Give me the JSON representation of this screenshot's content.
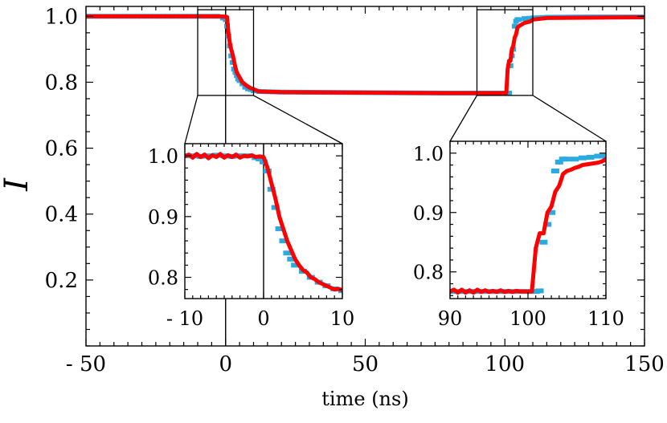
{
  "chart_data": [
    {
      "id": "main",
      "type": "scatter",
      "xlabel": "time (ns)",
      "ylabel": "I",
      "xlim": [
        -50,
        150
      ],
      "ylim": [
        0.0,
        1.03
      ],
      "xticks": [
        -50,
        0,
        50,
        100,
        150
      ],
      "xtick_labels": [
        "- 50",
        "0",
        "50",
        "100",
        "150"
      ],
      "yticks": [
        0.2,
        0.4,
        0.6,
        0.8,
        1.0
      ],
      "ytick_labels": [
        "0.2",
        "0.4",
        "0.6",
        "0.8",
        "1.0"
      ],
      "vline_x": 0,
      "zoom_boxes": [
        {
          "x": [
            -10,
            10
          ],
          "y": [
            0.76,
            1.02
          ]
        },
        {
          "x": [
            90,
            110
          ],
          "y": [
            0.76,
            1.02
          ]
        }
      ],
      "series": [
        {
          "color": "#29abe2",
          "style": "dash",
          "points": [
            [
              -50,
              1.0
            ],
            [
              -30,
              1.0
            ],
            [
              -10,
              1.0
            ],
            [
              -3,
              1.0
            ],
            [
              -1,
              0.995
            ],
            [
              0,
              0.99
            ],
            [
              0.5,
              0.97
            ],
            [
              1,
              0.94
            ],
            [
              1.5,
              0.91
            ],
            [
              2,
              0.88
            ],
            [
              2.5,
              0.86
            ],
            [
              3,
              0.84
            ],
            [
              3.5,
              0.83
            ],
            [
              4,
              0.82
            ],
            [
              4.5,
              0.81
            ],
            [
              5,
              0.805
            ],
            [
              6,
              0.795
            ],
            [
              7,
              0.785
            ],
            [
              8,
              0.78
            ],
            [
              9,
              0.778
            ],
            [
              10,
              0.774
            ],
            [
              12,
              0.772
            ],
            [
              20,
              0.77
            ],
            [
              40,
              0.769
            ],
            [
              60,
              0.768
            ],
            [
              80,
              0.767
            ],
            [
              99,
              0.767
            ],
            [
              100.5,
              0.767
            ],
            [
              101.5,
              0.767
            ],
            [
              102,
              0.85
            ],
            [
              102.5,
              0.88
            ],
            [
              103,
              0.9
            ],
            [
              103.5,
              0.97
            ],
            [
              104,
              0.985
            ],
            [
              104.5,
              0.99
            ],
            [
              105,
              0.99
            ],
            [
              107,
              0.993
            ],
            [
              110,
              0.995
            ],
            [
              115,
              0.997
            ],
            [
              130,
              0.998
            ],
            [
              150,
              0.998
            ]
          ]
        },
        {
          "color": "#ff0000",
          "style": "line",
          "points": [
            [
              -50,
              1.0
            ],
            [
              -30,
              1.0
            ],
            [
              -10,
              1.0
            ],
            [
              -2,
              1.0
            ],
            [
              0,
              0.999
            ],
            [
              0.5,
              0.998
            ],
            [
              1,
              0.95
            ],
            [
              1.5,
              0.92
            ],
            [
              2,
              0.9
            ],
            [
              2.5,
              0.885
            ],
            [
              3,
              0.865
            ],
            [
              3.5,
              0.845
            ],
            [
              4,
              0.83
            ],
            [
              5,
              0.815
            ],
            [
              6,
              0.8
            ],
            [
              7,
              0.793
            ],
            [
              8,
              0.787
            ],
            [
              9,
              0.782
            ],
            [
              10,
              0.779
            ],
            [
              12,
              0.772
            ],
            [
              20,
              0.77
            ],
            [
              40,
              0.769
            ],
            [
              60,
              0.768
            ],
            [
              80,
              0.767
            ],
            [
              98,
              0.767
            ],
            [
              100,
              0.767
            ],
            [
              100.5,
              0.767
            ],
            [
              101,
              0.84
            ],
            [
              101.5,
              0.865
            ],
            [
              102,
              0.865
            ],
            [
              102.5,
              0.9
            ],
            [
              103,
              0.91
            ],
            [
              103.5,
              0.935
            ],
            [
              104,
              0.945
            ],
            [
              104.5,
              0.965
            ],
            [
              105,
              0.97
            ],
            [
              106,
              0.975
            ],
            [
              107,
              0.98
            ],
            [
              108,
              0.982
            ],
            [
              109,
              0.984
            ],
            [
              110,
              0.99
            ],
            [
              115,
              0.995
            ],
            [
              130,
              0.996
            ],
            [
              150,
              0.997
            ]
          ]
        }
      ]
    },
    {
      "id": "inset-left",
      "type": "scatter",
      "xlim": [
        -10,
        10
      ],
      "ylim": [
        0.765,
        1.02
      ],
      "xticks": [
        -10,
        0,
        10
      ],
      "xtick_labels": [
        "- 10",
        "0",
        "10"
      ],
      "yticks": [
        0.8,
        0.9,
        1.0
      ],
      "ytick_labels": [
        "0.8",
        "0.9",
        "1.0"
      ],
      "vline_x": 0,
      "series": [
        {
          "color": "#29abe2",
          "style": "dash",
          "points": [
            [
              -10,
              1.0
            ],
            [
              -9,
              1.0
            ],
            [
              -8,
              0.999
            ],
            [
              -7,
              1.0
            ],
            [
              -6,
              1.001
            ],
            [
              -5,
              1.0
            ],
            [
              -4,
              0.999
            ],
            [
              -3,
              1.0
            ],
            [
              -2,
              1.0
            ],
            [
              -1,
              0.997
            ],
            [
              -0.5,
              0.995
            ],
            [
              0,
              0.99
            ],
            [
              0.5,
              0.975
            ],
            [
              1,
              0.945
            ],
            [
              1.5,
              0.915
            ],
            [
              2,
              0.88
            ],
            [
              2.5,
              0.86
            ],
            [
              3,
              0.84
            ],
            [
              3.5,
              0.83
            ],
            [
              4,
              0.82
            ],
            [
              5,
              0.81
            ],
            [
              6,
              0.8
            ],
            [
              7,
              0.792
            ],
            [
              8,
              0.786
            ],
            [
              9,
              0.781
            ],
            [
              10,
              0.778
            ]
          ]
        },
        {
          "color": "#ff0000",
          "style": "line",
          "points": [
            [
              -10,
              0.999
            ],
            [
              -9.5,
              1.002
            ],
            [
              -9,
              0.997
            ],
            [
              -8.5,
              1.003
            ],
            [
              -8,
              0.998
            ],
            [
              -7.5,
              1.002
            ],
            [
              -7,
              0.996
            ],
            [
              -6.5,
              1.001
            ],
            [
              -6,
              0.998
            ],
            [
              -5.5,
              1.003
            ],
            [
              -5,
              0.997
            ],
            [
              -4.5,
              1.001
            ],
            [
              -4,
              0.998
            ],
            [
              -3.5,
              1.002
            ],
            [
              -3,
              0.997
            ],
            [
              -2.5,
              1.0
            ],
            [
              -2,
              0.999
            ],
            [
              -1.5,
              1.001
            ],
            [
              -1,
              0.998
            ],
            [
              -0.5,
              0.999
            ],
            [
              0,
              0.998
            ],
            [
              0.5,
              0.98
            ],
            [
              1,
              0.955
            ],
            [
              1.5,
              0.93
            ],
            [
              2,
              0.9
            ],
            [
              2.5,
              0.88
            ],
            [
              3,
              0.86
            ],
            [
              3.5,
              0.845
            ],
            [
              4,
              0.83
            ],
            [
              4.5,
              0.82
            ],
            [
              5,
              0.812
            ],
            [
              5.5,
              0.808
            ],
            [
              6,
              0.8
            ],
            [
              6.5,
              0.797
            ],
            [
              7,
              0.792
            ],
            [
              7.5,
              0.789
            ],
            [
              8,
              0.786
            ],
            [
              8.5,
              0.783
            ],
            [
              9,
              0.78
            ],
            [
              9.5,
              0.781
            ],
            [
              10,
              0.779
            ]
          ]
        }
      ]
    },
    {
      "id": "inset-right",
      "type": "scatter",
      "xlim": [
        90,
        110
      ],
      "ylim": [
        0.755,
        1.02
      ],
      "xticks": [
        90,
        100,
        110
      ],
      "xtick_labels": [
        "90",
        "100",
        "110"
      ],
      "yticks": [
        0.8,
        0.9,
        1.0
      ],
      "ytick_labels": [
        "0.8",
        "0.9",
        "1.0"
      ],
      "series": [
        {
          "color": "#29abe2",
          "style": "dash",
          "points": [
            [
              90,
              0.767
            ],
            [
              91,
              0.767
            ],
            [
              92,
              0.767
            ],
            [
              93,
              0.767
            ],
            [
              94,
              0.767
            ],
            [
              95,
              0.767
            ],
            [
              96,
              0.767
            ],
            [
              97,
              0.767
            ],
            [
              98,
              0.767
            ],
            [
              99,
              0.767
            ],
            [
              100,
              0.767
            ],
            [
              101,
              0.767
            ],
            [
              101.5,
              0.768
            ],
            [
              102,
              0.85
            ],
            [
              102.5,
              0.88
            ],
            [
              103,
              0.9
            ],
            [
              103.5,
              0.97
            ],
            [
              104,
              0.985
            ],
            [
              104.5,
              0.99
            ],
            [
              105,
              0.99
            ],
            [
              106,
              0.99
            ],
            [
              107,
              0.992
            ],
            [
              108,
              0.993
            ],
            [
              109,
              0.995
            ],
            [
              110,
              0.995
            ]
          ]
        },
        {
          "color": "#ff0000",
          "style": "line",
          "points": [
            [
              90,
              0.767
            ],
            [
              90.5,
              0.77
            ],
            [
              91,
              0.765
            ],
            [
              91.5,
              0.77
            ],
            [
              92,
              0.765
            ],
            [
              92.5,
              0.769
            ],
            [
              93,
              0.765
            ],
            [
              93.5,
              0.77
            ],
            [
              94,
              0.766
            ],
            [
              94.5,
              0.769
            ],
            [
              95,
              0.766
            ],
            [
              95.5,
              0.768
            ],
            [
              96,
              0.766
            ],
            [
              96.5,
              0.769
            ],
            [
              97,
              0.766
            ],
            [
              97.5,
              0.768
            ],
            [
              98,
              0.766
            ],
            [
              98.5,
              0.768
            ],
            [
              99,
              0.767
            ],
            [
              99.5,
              0.767
            ],
            [
              100,
              0.767
            ],
            [
              100.5,
              0.767
            ],
            [
              101,
              0.84
            ],
            [
              101.5,
              0.865
            ],
            [
              102,
              0.865
            ],
            [
              102.5,
              0.9
            ],
            [
              103,
              0.91
            ],
            [
              103.5,
              0.935
            ],
            [
              104,
              0.945
            ],
            [
              104.5,
              0.965
            ],
            [
              105,
              0.97
            ],
            [
              105.5,
              0.972
            ],
            [
              106,
              0.975
            ],
            [
              106.5,
              0.977
            ],
            [
              107,
              0.98
            ],
            [
              107.5,
              0.981
            ],
            [
              108,
              0.982
            ],
            [
              108.5,
              0.983
            ],
            [
              109,
              0.984
            ],
            [
              109.5,
              0.986
            ],
            [
              110,
              0.99
            ]
          ]
        }
      ]
    }
  ]
}
